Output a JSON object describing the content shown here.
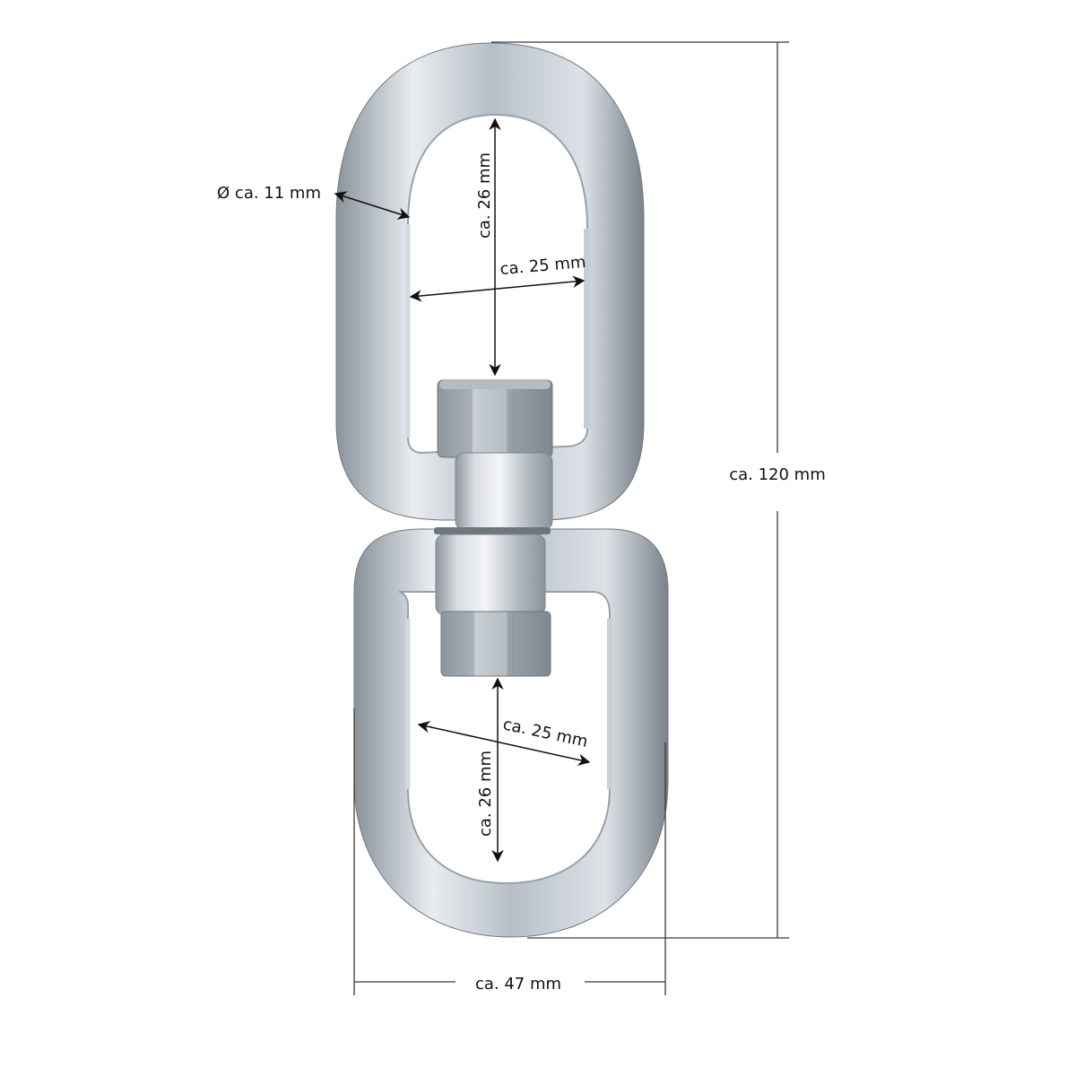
{
  "diagram": {
    "subject": "Swivel (Wirbel) with two eyes",
    "colors": {
      "background": "#ffffff",
      "metal_light": "#eef1f4",
      "metal_mid": "#b9c1c8",
      "metal_dark": "#7d868f",
      "metal_shadow": "#5e666e",
      "dimension_line": "#3a3a3a",
      "text": "#111111"
    },
    "dimensions": {
      "wire_diameter": {
        "label": "Ø ca. 11 mm"
      },
      "total_length": {
        "label": "ca. 120 mm"
      },
      "total_width": {
        "label": "ca. 47 mm"
      },
      "upper_eye_inner_height": {
        "label": "ca. 26 mm"
      },
      "upper_eye_inner_width": {
        "label": "ca. 25 mm"
      },
      "lower_eye_inner_height": {
        "label": "ca. 26 mm"
      },
      "lower_eye_inner_width": {
        "label": "ca. 25 mm"
      }
    },
    "parts": [
      {
        "id": "upper-eye",
        "name": "Upper oval eye"
      },
      {
        "id": "lower-eye",
        "name": "Lower D-shaped eye"
      },
      {
        "id": "upper-hex-nut",
        "name": "Upper hex nut"
      },
      {
        "id": "lower-hex-nut",
        "name": "Lower hex nut"
      },
      {
        "id": "swivel-body",
        "name": "Swivel barrel"
      }
    ]
  }
}
